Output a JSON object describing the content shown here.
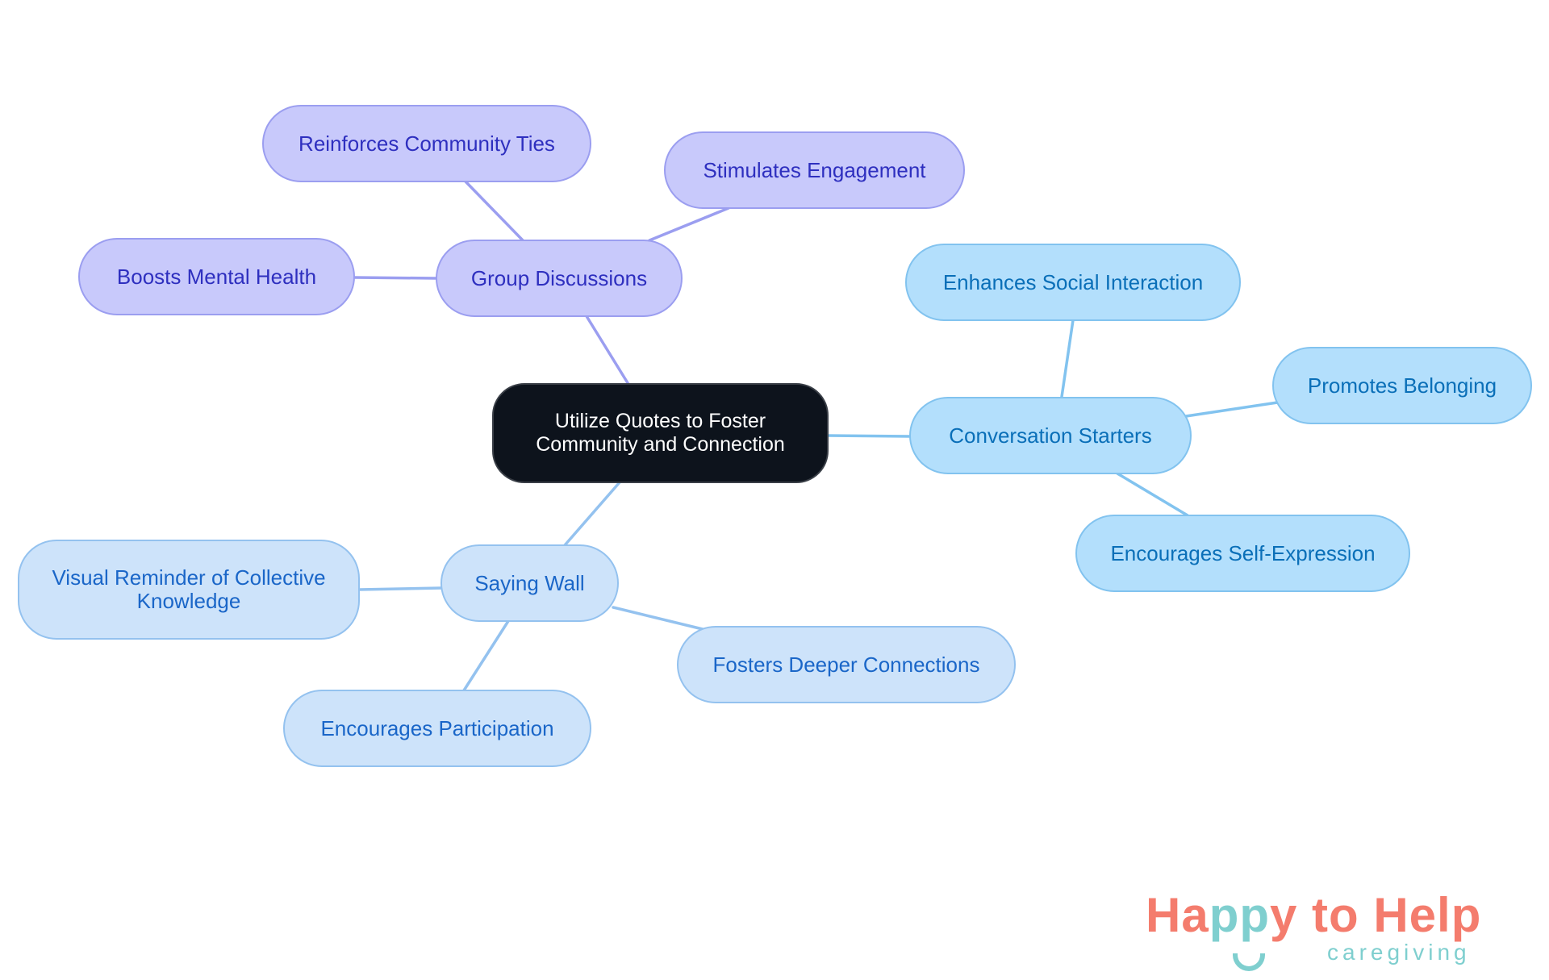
{
  "diagram": {
    "type": "mind-map",
    "root": {
      "label_line1": "Utilize Quotes to Foster",
      "label_line2": "Community and Connection"
    },
    "branches": {
      "group_discussions": {
        "label": "Group Discussions",
        "children": [
          "Reinforces Community Ties",
          "Stimulates Engagement",
          "Boosts Mental Health"
        ]
      },
      "conversation_starters": {
        "label": "Conversation Starters",
        "children": [
          "Enhances Social Interaction",
          "Promotes Belonging",
          "Encourages Self-Expression"
        ]
      },
      "saying_wall": {
        "label": "Saying Wall",
        "children_line": [
          "Visual Reminder of Collective",
          "Knowledge"
        ],
        "children": [
          "Visual Reminder of Collective Knowledge",
          "Encourages Participation",
          "Fosters Deeper Connections"
        ]
      }
    },
    "colors": {
      "root_fill": "#0d131c",
      "purple_fill": "#c8c9fb",
      "purple_stroke": "#9b9ef0",
      "purple_text": "#2e2fbf",
      "blue_fill": "#b3dffc",
      "blue_stroke": "#82c3ef",
      "blue_text": "#0a6fb8",
      "pale_fill": "#cde3fa",
      "pale_stroke": "#94c2ef",
      "pale_text": "#1a66c8"
    }
  },
  "logo": {
    "part1": "Ha",
    "part2": "pp",
    "part3": "y to Help",
    "subtitle": "caregiving",
    "coral": "#f47c6d",
    "teal": "#7fcfcf"
  }
}
